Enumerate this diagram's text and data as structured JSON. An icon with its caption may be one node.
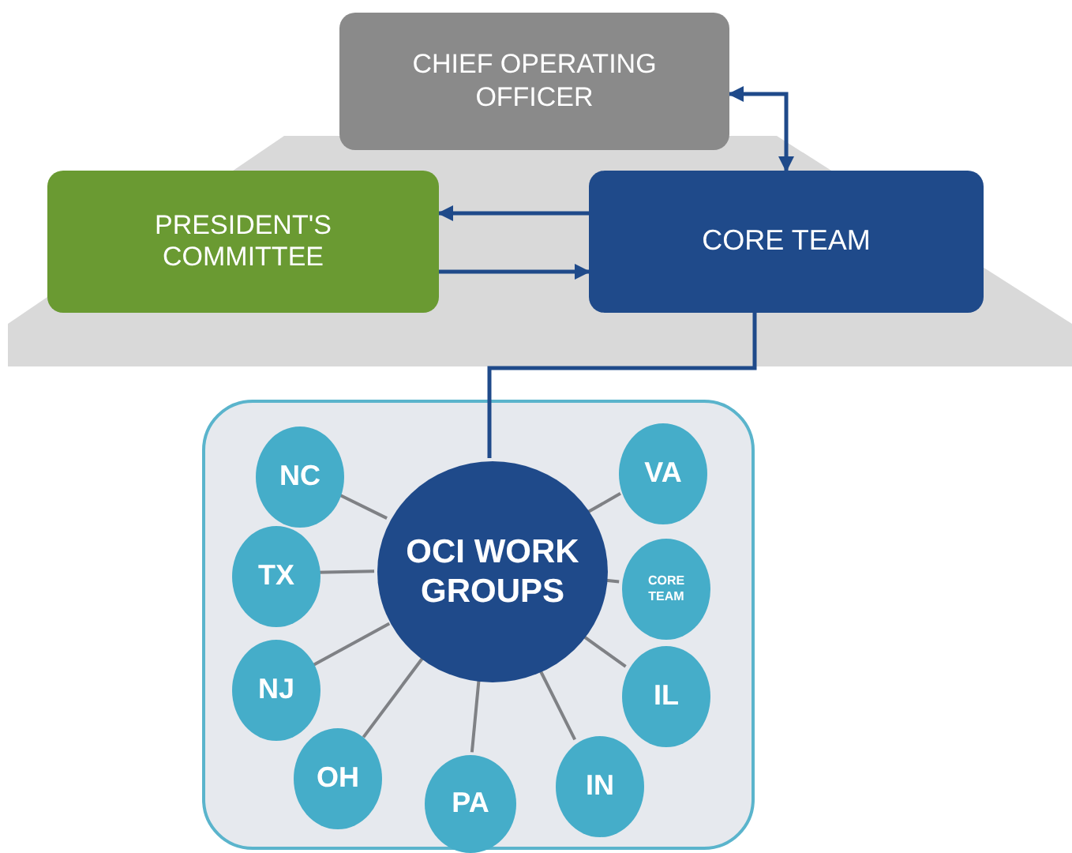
{
  "diagram": {
    "nodes": [
      {
        "text": [
          "CHIEF OPERATING OFFICER"
        ]
      },
      {
        "text": [
          "PRESIDENT'S COMMITTEE"
        ]
      },
      {
        "text": [
          "CORE TEAM"
        ]
      },
      {
        "text": [],
        "shape": "box"
      },
      {
        "text": [
          "OCI WORK GROUPS"
        ],
        "in": 3
      },
      {
        "text": [
          "NC"
        ],
        "in": 3
      },
      {
        "text": [
          "VA"
        ],
        "in": 3
      },
      {
        "text": [
          "TX"
        ],
        "in": 3
      },
      {
        "text": [
          "CORE TEAM"
        ],
        "in": 3
      },
      {
        "text": [
          "NJ"
        ],
        "in": 3
      },
      {
        "text": [
          "IL"
        ],
        "in": 3
      },
      {
        "text": [
          "OH"
        ],
        "in": 3
      },
      {
        "text": [
          "PA"
        ],
        "in": 3
      },
      {
        "text": [
          "IN"
        ],
        "in": 3
      }
    ],
    "edges": [
      {
        "from": 0,
        "to": 2,
        "arrow": "both",
        "color": "#1f4a8a"
      },
      {
        "from": 2,
        "to": 1,
        "arrow": "to",
        "color": "#1f4a8a"
      },
      {
        "from": 1,
        "to": 2,
        "arrow": "to",
        "color": "#1f4a8a"
      },
      {
        "from": 2,
        "to": 4,
        "arrow": "none",
        "color": "#1f4a8a"
      },
      {
        "from": 4,
        "to": 5,
        "arrow": "none"
      },
      {
        "from": 4,
        "to": 6,
        "arrow": "none"
      },
      {
        "from": 4,
        "to": 7,
        "arrow": "none"
      },
      {
        "from": 4,
        "to": 8,
        "arrow": "none"
      },
      {
        "from": 4,
        "to": 9,
        "arrow": "none"
      },
      {
        "from": 4,
        "to": 10,
        "arrow": "none"
      },
      {
        "from": 4,
        "to": 11,
        "arrow": "none"
      },
      {
        "from": 4,
        "to": 12,
        "arrow": "none"
      },
      {
        "from": 4,
        "to": 13,
        "arrow": "none"
      }
    ]
  }
}
